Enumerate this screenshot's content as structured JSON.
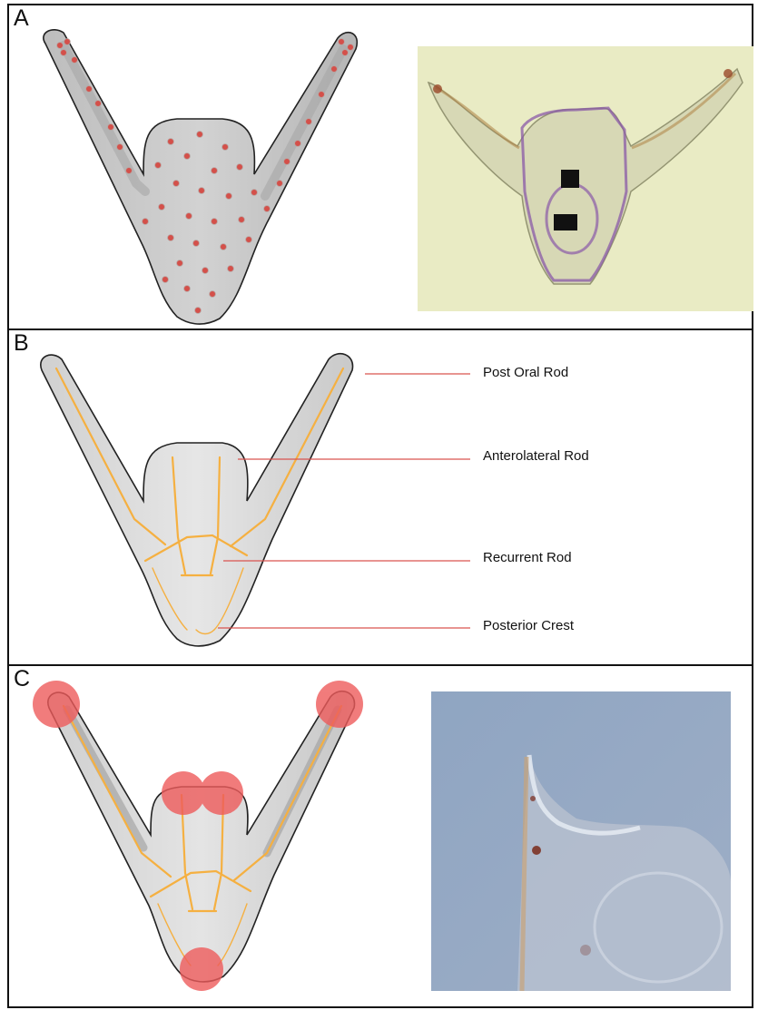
{
  "panels": [
    {
      "letter": "A"
    },
    {
      "letter": "B"
    },
    {
      "letter": "C"
    }
  ],
  "labels": {
    "post_oral_rod": "Post Oral Rod",
    "anterolateral_rod": "Anterolateral Rod",
    "recurrent_rod": "Recurrent Rod",
    "posterior_crest": "Posterior Crest"
  },
  "colors": {
    "body_fill": "#c9c9c9",
    "body_light": "#e4e4e4",
    "cell_dot": "#d4504a",
    "skeleton": "#f5b041",
    "callout_line": "#d9534f",
    "growth_spot": "#ee5b5b"
  }
}
